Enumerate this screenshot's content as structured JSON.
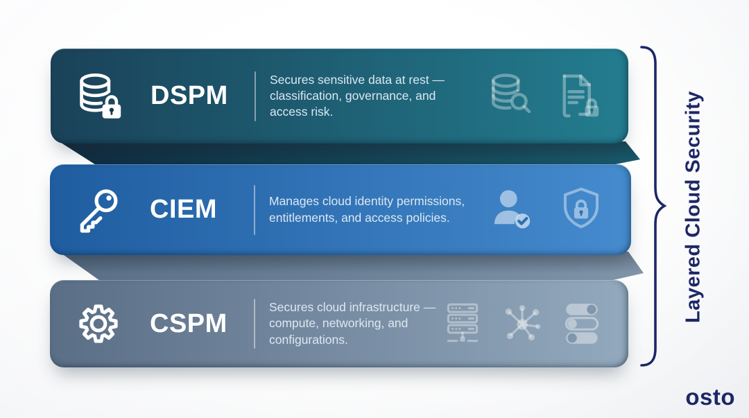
{
  "page": {
    "side_label": "Layered Cloud Security",
    "brand": "osto"
  },
  "accent": {
    "navy": "#1d2766",
    "divider": "rgba(255,255,255,0.45)",
    "description_text": "#dce8f2",
    "title_text": "#ffffff"
  },
  "layers": [
    {
      "id": "dspm",
      "title": "DSPM",
      "description": "Secures sensitive data at rest — classification, governance, and access risk.",
      "left_icon": "database-lock-icon",
      "right_icons": [
        "database-search-icon",
        "document-lock-icon"
      ],
      "colors": {
        "from": "#1a4259",
        "to": "#237d8f",
        "fold-from": "#0e2b3f",
        "fold-to": "#19596b"
      }
    },
    {
      "id": "ciem",
      "title": "CIEM",
      "description": "Manages cloud identity permissions, entitlements, and access policies.",
      "left_icon": "key-icon",
      "right_icons": [
        "user-check-icon",
        "shield-lock-icon"
      ],
      "colors": {
        "from": "#1f5da0",
        "to": "#458bce",
        "fold-from": "#5a7088",
        "fold-to": "#8296ab"
      }
    },
    {
      "id": "cspm",
      "title": "CSPM",
      "description": "Secures cloud infrastructure — compute, networking, and configurations.",
      "left_icon": "gear-icon",
      "right_icons": [
        "server-rack-icon",
        "network-hub-icon",
        "toggles-icon"
      ],
      "colors": {
        "from": "#5a6e86",
        "to": "#93a9bd",
        "fold-from": "#5a7088",
        "fold-to": "#8296ab"
      }
    }
  ]
}
